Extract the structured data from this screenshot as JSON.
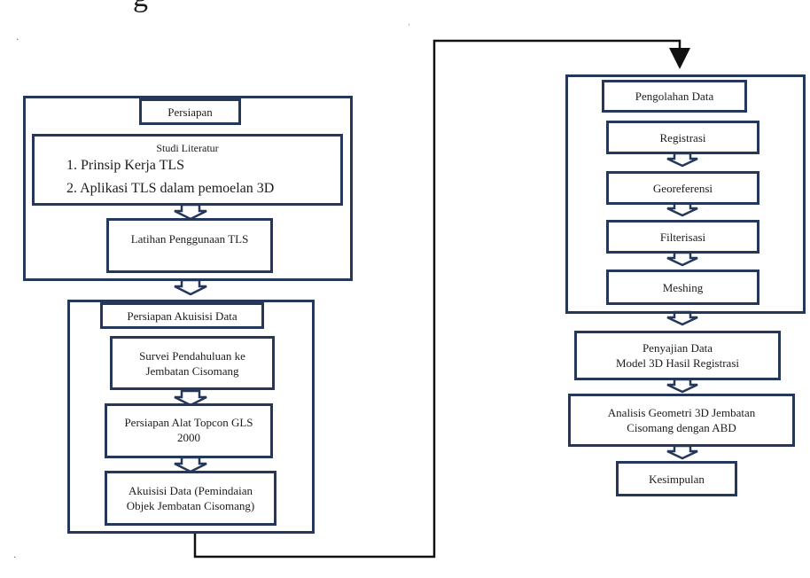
{
  "cut_heading": "g",
  "left_column": {
    "persiapan": "Persiapan",
    "studi_literatur": {
      "title": "Studi Literatur",
      "items": [
        "1.   Prinsip Kerja TLS",
        "2.    Aplikasi TLS dalam pemoelan 3D"
      ]
    },
    "latihan": "Latihan Penggunaan TLS",
    "persiapan_akuisisi": "Persiapan Akuisisi Data",
    "survei": "Survei Pendahuluan ke\nJembatan Cisomang",
    "alat": "Persiapan Alat Topcon GLS\n2000",
    "akuisisi": "Akuisisi Data (Pemindaian\nObjek Jembatan Cisomang)"
  },
  "right_column": {
    "pengolahan": "Pengolahan Data",
    "registrasi": "Registrasi",
    "georeferensi": "Georeferensi",
    "filterisasi": "Filterisasi",
    "meshing": "Meshing",
    "penyajian": "Penyajian Data\nModel 3D Hasil Registrasi",
    "analisis": "Analisis Geometri 3D Jembatan\nCisomang dengan ABD",
    "kesimpulan": "Kesimpulan"
  },
  "colors": {
    "border": "#25375a",
    "text": "#1c1c1c",
    "line": "#111111"
  }
}
